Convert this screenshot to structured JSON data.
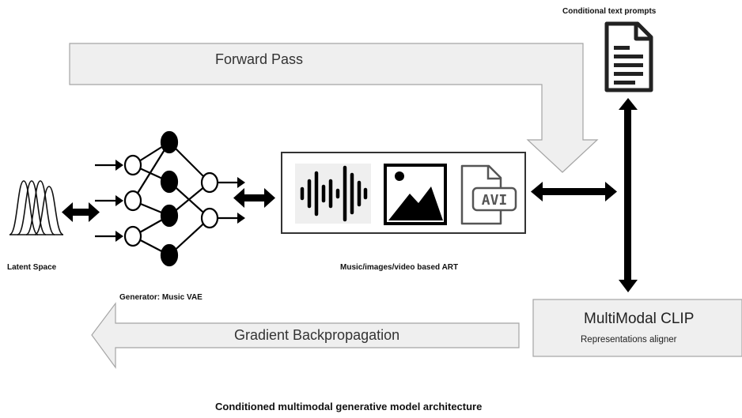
{
  "diagram": {
    "forward_pass_label": "Forward Pass",
    "gradient_label": "Gradient Backpropagation",
    "conditional_prompts_label": "Conditional text prompts",
    "latent_space_label": "Latent Space",
    "generator_label": "Generator: Music VAE",
    "art_label": "Music/images/video based ART",
    "clip_title": "MultiModal CLIP",
    "clip_subtitle": "Representations aligner",
    "caption": "Conditioned multimodal generative model architecture",
    "video_icon_text": "AVI"
  },
  "icons": [
    "document-icon",
    "latent-gaussian-icon",
    "neural-network-icon",
    "audio-waveform-icon",
    "image-icon",
    "video-file-icon"
  ]
}
